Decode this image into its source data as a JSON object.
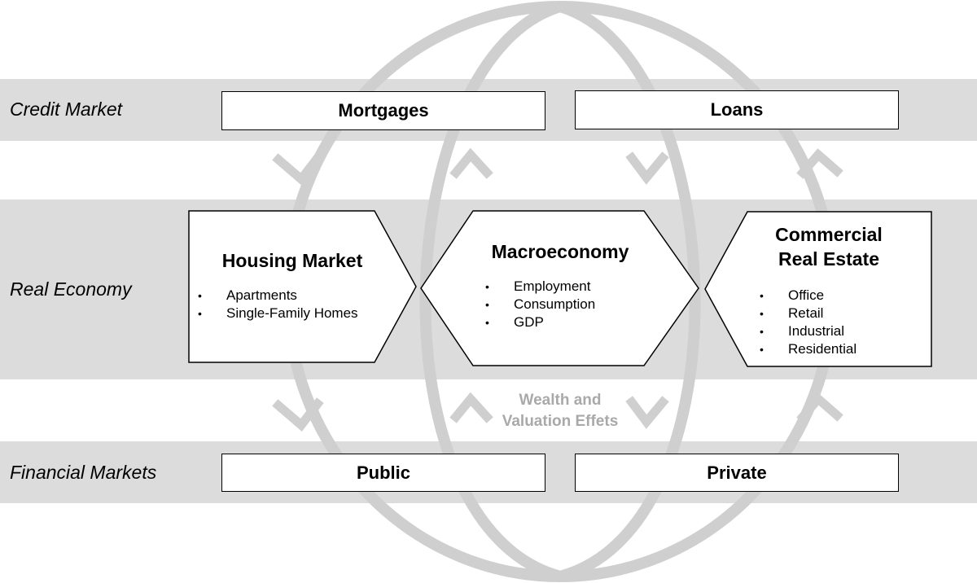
{
  "rows": {
    "credit": "Credit Market",
    "real": "Real Economy",
    "financial": "Financial Markets"
  },
  "credit_boxes": {
    "left": "Mortgages",
    "right": "Loans"
  },
  "financial_boxes": {
    "left": "Public",
    "right": "Private"
  },
  "housing": {
    "title": "Housing Market",
    "items": [
      "Apartments",
      "Single-Family Homes"
    ]
  },
  "macro": {
    "title": "Macroeconomy",
    "items": [
      "Employment",
      "Consumption",
      "GDP"
    ]
  },
  "commercial": {
    "title_line1": "Commercial",
    "title_line2": "Real Estate",
    "items": [
      "Office",
      "Retail",
      "Industrial",
      "Residential"
    ]
  },
  "wealth": {
    "line1": "Wealth and",
    "line2": "Valuation Effets"
  },
  "colors": {
    "band": "#dcdcdc",
    "globe": "#cfcfcf",
    "wealth_text": "#a9a9a9"
  }
}
